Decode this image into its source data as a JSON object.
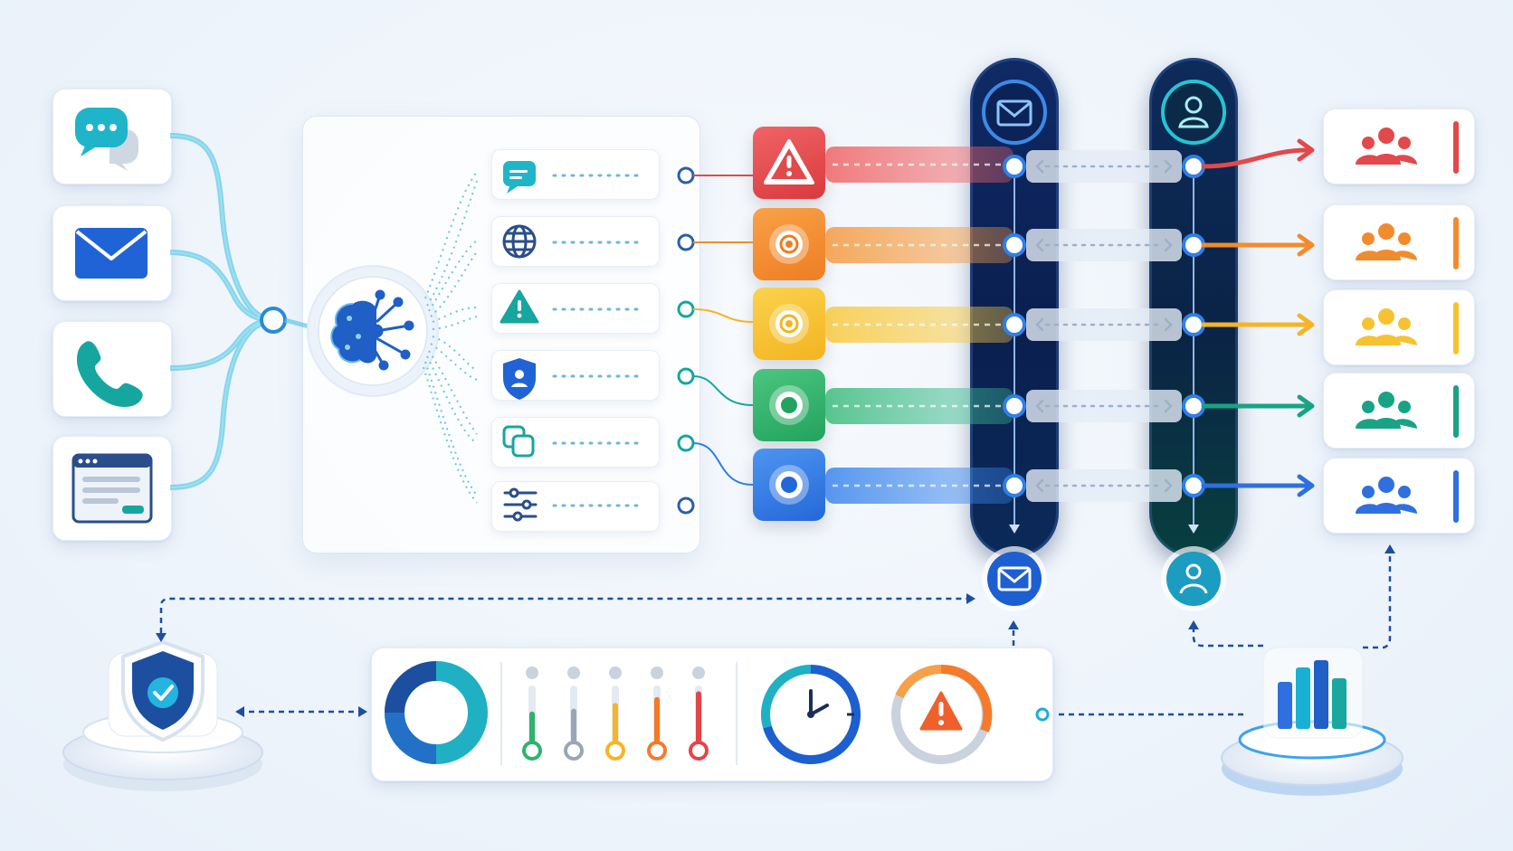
{
  "diagram": {
    "channels": [
      {
        "name": "chat-channel",
        "icon": "chat-bubbles-icon",
        "color": "#1fb5c9"
      },
      {
        "name": "email-channel",
        "icon": "envelope-icon",
        "color": "#1f63d6"
      },
      {
        "name": "phone-channel",
        "icon": "phone-icon",
        "color": "#18a8a8"
      },
      {
        "name": "web-form-channel",
        "icon": "browser-form-icon",
        "color": "#2a4e8a"
      }
    ],
    "classifier": {
      "icon": "ai-brain-network-icon",
      "color": "#1f63d6"
    },
    "categories": [
      {
        "icon": "message-icon",
        "color": "#1fb5c9"
      },
      {
        "icon": "globe-icon",
        "color": "#2a4e8a"
      },
      {
        "icon": "warning-icon",
        "color": "#16a6a0"
      },
      {
        "icon": "shield-user-icon",
        "color": "#1f63d6"
      },
      {
        "icon": "duplicate-icon",
        "color": "#16a6a0"
      },
      {
        "icon": "sliders-icon",
        "color": "#2a4e8a"
      }
    ],
    "severity_levels": [
      {
        "icon": "alert-triangle-icon",
        "color": "#e2494b"
      },
      {
        "icon": "target-icon",
        "color": "#f08c2e"
      },
      {
        "icon": "target-icon",
        "color": "#f6c232"
      },
      {
        "icon": "target-icon",
        "color": "#2fb36c"
      },
      {
        "icon": "target-icon",
        "color": "#2f7fe6"
      }
    ],
    "rails": [
      {
        "name": "email-queue-rail",
        "icon": "envelope-icon"
      },
      {
        "name": "agent-queue-rail",
        "icon": "user-icon"
      }
    ],
    "teams": [
      {
        "icon": "team-icon",
        "color": "#e2494b"
      },
      {
        "icon": "team-icon",
        "color": "#f08c2e"
      },
      {
        "icon": "team-icon",
        "color": "#f6c232"
      },
      {
        "icon": "team-icon",
        "color": "#18a384"
      },
      {
        "icon": "team-icon",
        "color": "#2f6fe0"
      }
    ],
    "monitoring": {
      "donut_fill_fraction": 0.85,
      "gauge_levels": [
        0.55,
        0.6,
        0.7,
        0.8,
        0.9
      ],
      "gauge_colors": [
        "#2fb36c",
        "#9aa6b5",
        "#f6b426",
        "#f57a2a",
        "#e2454a"
      ],
      "icons": [
        "donut-chart-icon",
        "timer-icon",
        "alert-gauge-icon"
      ]
    },
    "security": {
      "icon": "shield-check-icon",
      "color": "#1d4fa0"
    },
    "analytics": {
      "icon": "bar-chart-icon",
      "color": "#1f63d6"
    }
  }
}
